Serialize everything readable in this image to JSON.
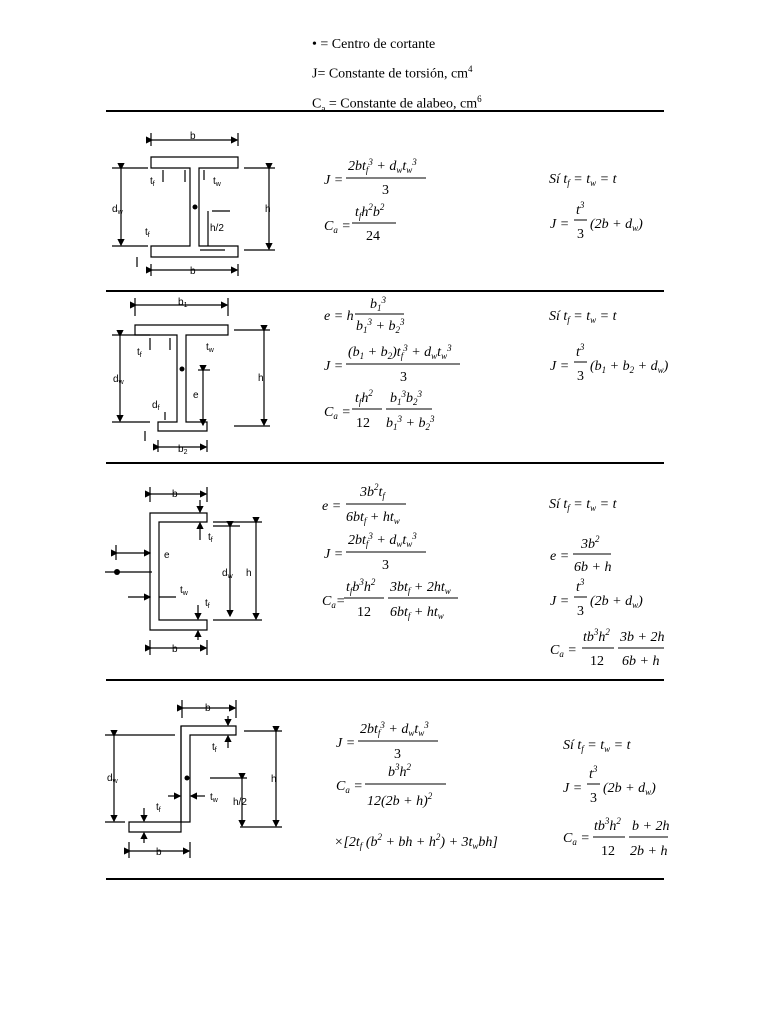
{
  "legend": {
    "shear_center_symbol": "•",
    "shear_center_text": " =  Centro de cortante",
    "torsion_text": "J= Constante de torsión, cm",
    "torsion_exp": "4",
    "warping_prefix": "C",
    "warping_sub": "a",
    "warping_text": " =  Constante de alabeo, cm",
    "warping_exp": "6"
  },
  "labels": {
    "b": "b",
    "b1": "b",
    "b1_sub": "1",
    "b2": "b",
    "b2_sub": "2",
    "tf": "t",
    "tf_sub": "f",
    "tw": "t",
    "tw_sub": "w",
    "dw": "d",
    "dw_sub": "w",
    "h": "h",
    "h2": "h/2",
    "e": "e",
    "df": "d",
    "df_sub": "f"
  },
  "text": {
    "si": "Sí",
    "times": "×"
  }
}
